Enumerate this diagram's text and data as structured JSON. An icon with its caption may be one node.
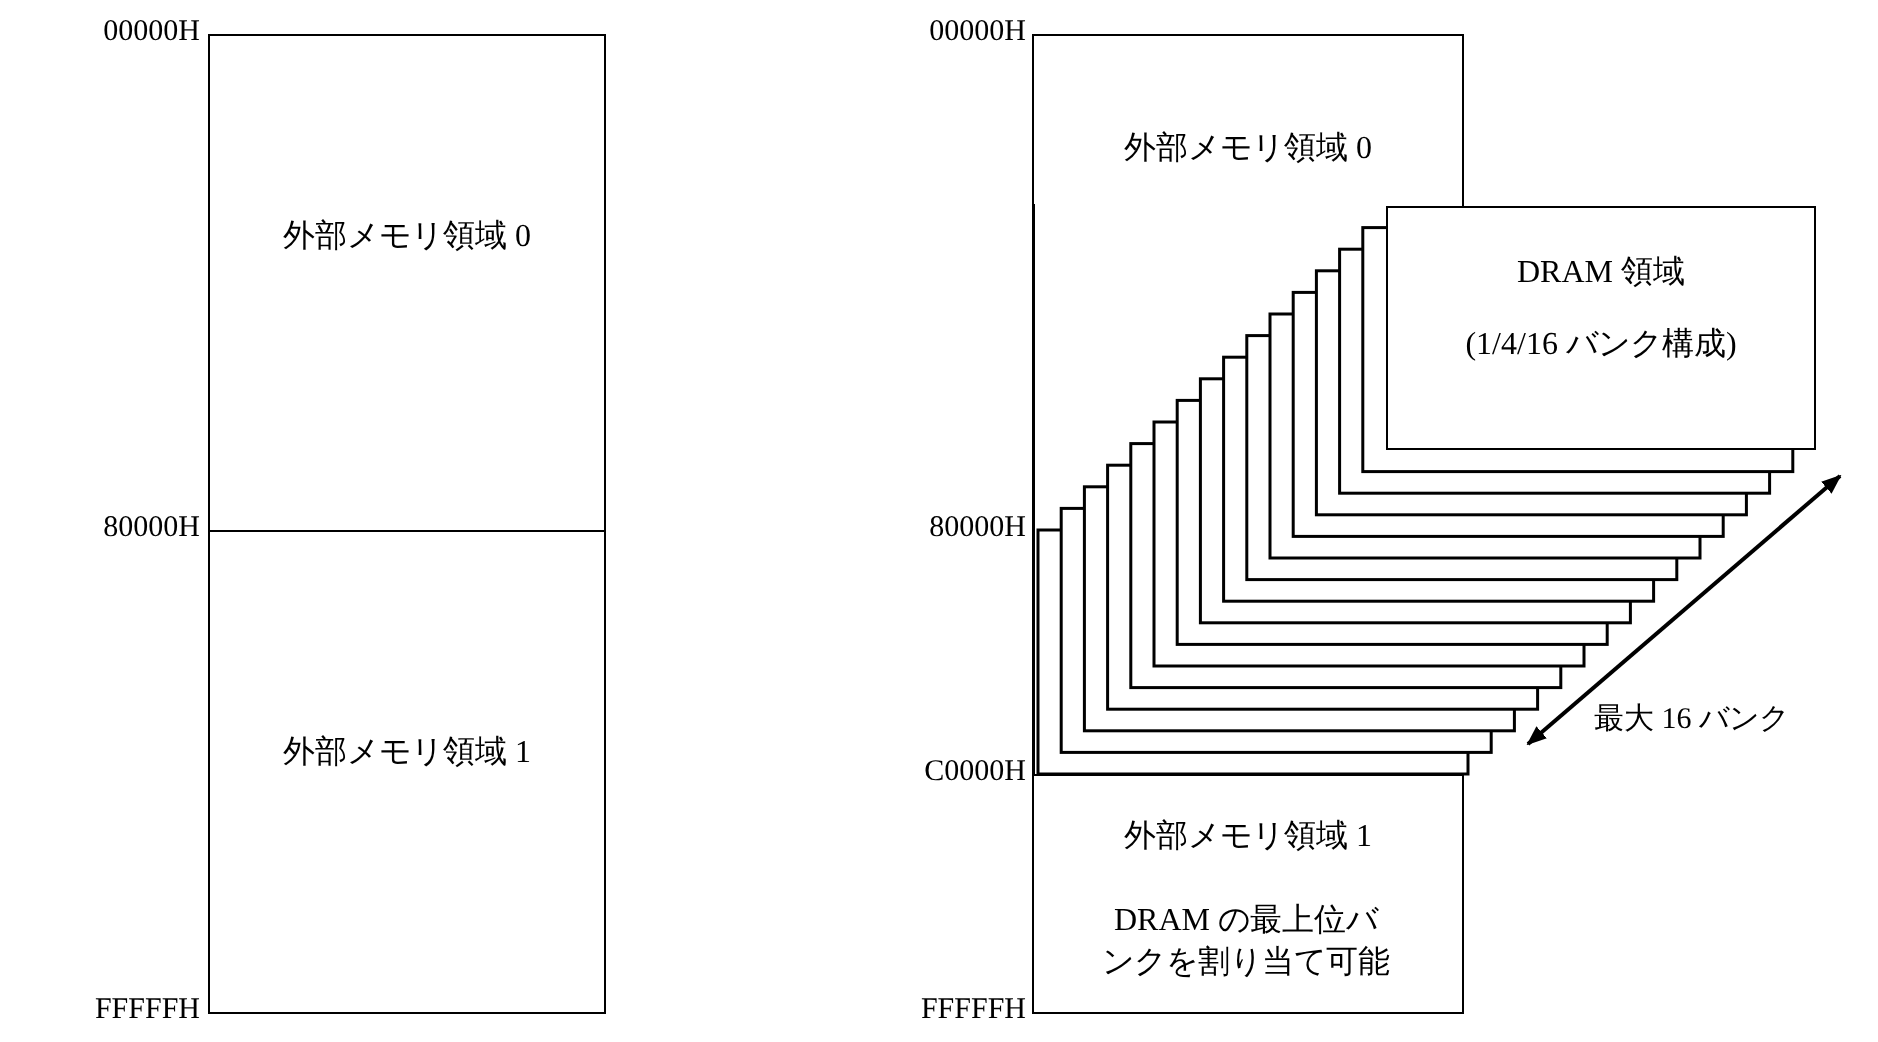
{
  "diagram": {
    "nodes": [
      {
        "text": [
          "外部メモリ領域 0"
        ]
      },
      {
        "text": [
          "外部メモリ領域 1"
        ]
      },
      {
        "text": [
          "外部メモリ領域 0"
        ]
      },
      {
        "text": [
          "DRAM 領域",
          "(1/4/16 バンク構成)"
        ]
      },
      {
        "text": [
          "外部メモリ領域 1",
          "DRAM の最上位バンクを割り当て可能"
        ]
      }
    ],
    "labels": [
      "00000H",
      "80000H",
      "FFFFFH",
      "00000H",
      "80000H",
      "C0000H",
      "FFFFFH",
      "最大 16 バンク"
    ]
  }
}
